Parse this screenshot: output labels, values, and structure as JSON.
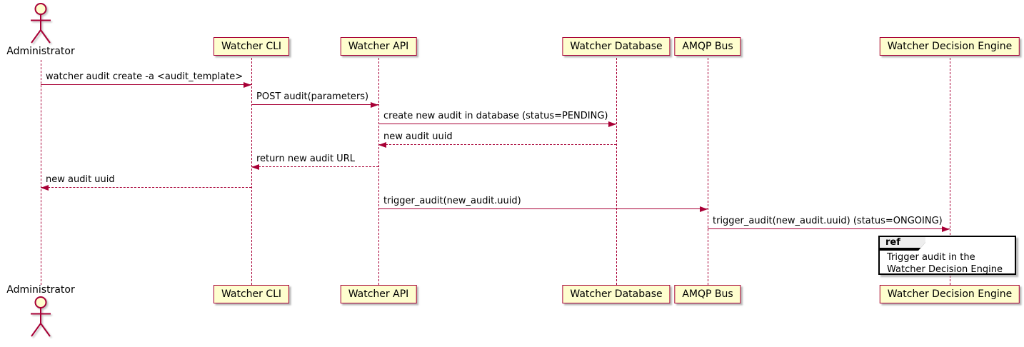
{
  "colors": {
    "accent": "#A80036",
    "participant_fill": "#FEFECE",
    "participant_text": "#000000",
    "background": "#FFFFFF",
    "ref_border": "#000000",
    "ref_tab_fill": "#EEEEEE"
  },
  "participants": [
    {
      "id": "administrator",
      "label": "Administrator",
      "type": "actor"
    },
    {
      "id": "watcher-cli",
      "label": "Watcher CLI",
      "type": "participant"
    },
    {
      "id": "watcher-api",
      "label": "Watcher API",
      "type": "participant"
    },
    {
      "id": "watcher-database",
      "label": "Watcher Database",
      "type": "participant"
    },
    {
      "id": "amqp-bus",
      "label": "AMQP Bus",
      "type": "participant"
    },
    {
      "id": "watcher-decision-engine",
      "label": "Watcher Decision Engine",
      "type": "participant"
    }
  ],
  "messages": [
    {
      "from": "administrator",
      "to": "watcher-cli",
      "text": "watcher audit create -a <audit_template>",
      "line": "solid"
    },
    {
      "from": "watcher-cli",
      "to": "watcher-api",
      "text": "POST audit(parameters)",
      "line": "solid"
    },
    {
      "from": "watcher-api",
      "to": "watcher-database",
      "text": "create new audit in database (status=PENDING)",
      "line": "solid"
    },
    {
      "from": "watcher-database",
      "to": "watcher-api",
      "text": "new audit uuid",
      "line": "dashed"
    },
    {
      "from": "watcher-api",
      "to": "watcher-cli",
      "text": "return new audit URL",
      "line": "dashed"
    },
    {
      "from": "watcher-cli",
      "to": "administrator",
      "text": "new audit uuid",
      "line": "dashed"
    },
    {
      "from": "watcher-api",
      "to": "amqp-bus",
      "text": "trigger_audit(new_audit.uuid)",
      "line": "solid"
    },
    {
      "from": "amqp-bus",
      "to": "watcher-decision-engine",
      "text": "trigger_audit(new_audit.uuid) (status=ONGOING)",
      "line": "solid"
    }
  ],
  "ref": {
    "keyword": "ref",
    "over": "watcher-decision-engine",
    "lines": [
      "Trigger audit in the",
      "Watcher Decision Engine"
    ]
  }
}
